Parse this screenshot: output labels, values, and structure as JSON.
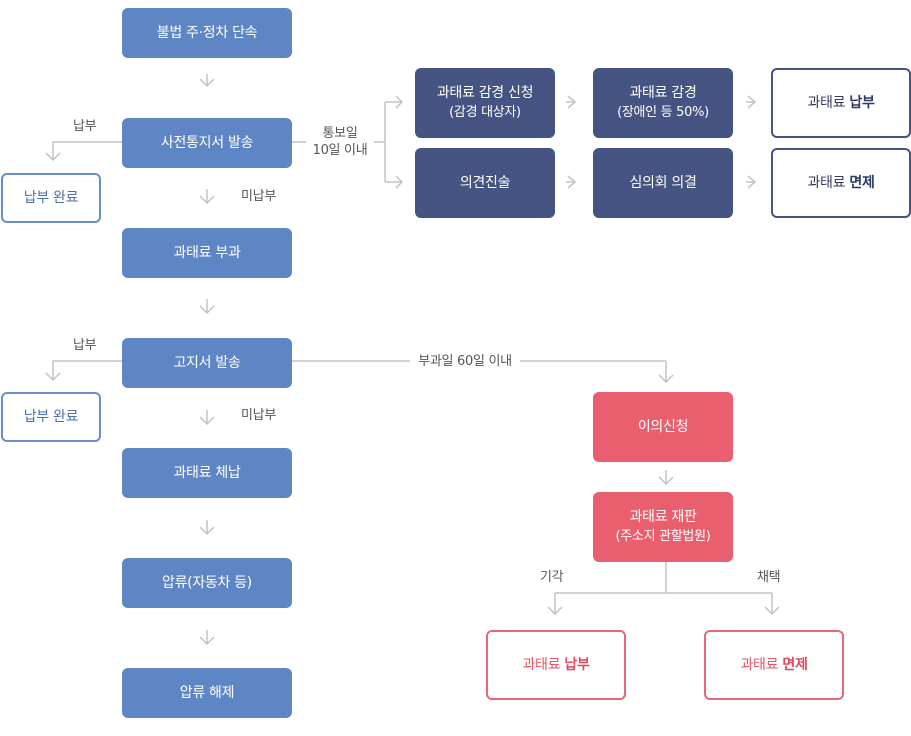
{
  "left_flow": {
    "step1": "불법 주·정차 단속",
    "step2": "사전통지서 발송",
    "step3": "과태료 부과",
    "step4": "고지서 발송",
    "step5": "과태료 체납",
    "step6": "압류(자동차 등)",
    "step7": "압류 해제"
  },
  "side": {
    "paid_label_1": "납부",
    "paid_box_1": "납부 완료",
    "unpaid_label_1": "미납부",
    "paid_label_2": "납부",
    "paid_box_2": "납부 완료",
    "unpaid_label_2": "미납부"
  },
  "notice_branch": {
    "label_line1": "통보일",
    "label_line2": "10일 이내",
    "reduction_request_title": "과태료 감경 신청",
    "reduction_request_sub": "(감경 대상자)",
    "reduction_title": "과태료 감경",
    "reduction_sub": "(장애인 등 50%)",
    "result1_prefix": "과태료 ",
    "result1_bold": "납부",
    "opinion": "의견진술",
    "committee": "심의회 의결",
    "result2_prefix": "과태료 ",
    "result2_bold": "면제"
  },
  "objection_branch": {
    "label": "부과일 60일 이내",
    "objection": "이의신청",
    "trial_title": "과태료 재판",
    "trial_sub": "(주소지 관할법원)",
    "dismissed_label": "기각",
    "accepted_label": "채택",
    "result1_prefix": "과태료 ",
    "result1_bold": "납부",
    "result2_prefix": "과태료 ",
    "result2_bold": "면제"
  },
  "colors": {
    "main_blue": "#5f86c4",
    "navy": "#455482",
    "red": "#ea5f6e",
    "connector_gray": "#c3c3c3"
  }
}
